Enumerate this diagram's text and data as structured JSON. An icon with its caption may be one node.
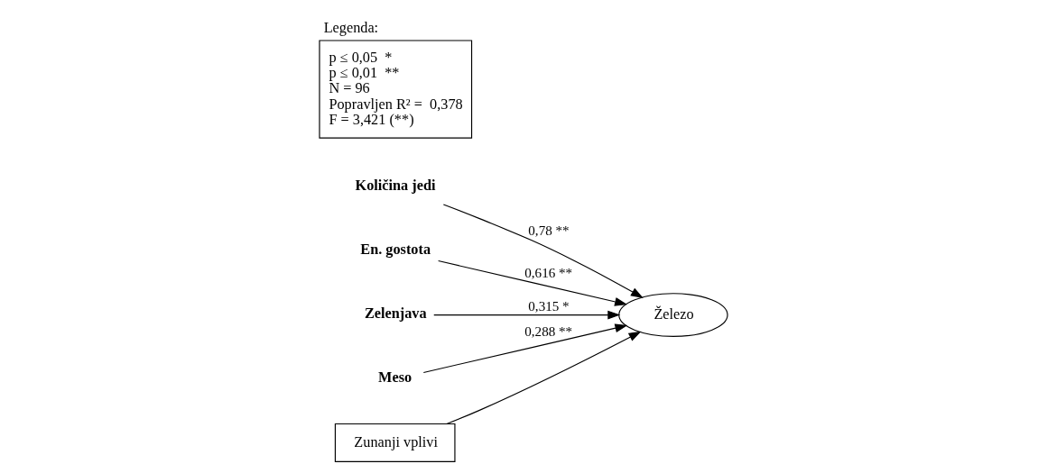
{
  "diagram": {
    "nodes": [
      {
        "text": [
          "Količina jedi"
        ]
      },
      {
        "text": [
          "En. gostota"
        ]
      },
      {
        "text": [
          "Zelenjava"
        ]
      },
      {
        "text": [
          "Meso"
        ]
      },
      {
        "text": [
          "Zunanji vplivi"
        ]
      },
      {
        "text": [
          "Železo"
        ]
      },
      {
        "text": [
          "Legenda:",
          "p ≤ 0,05  *",
          "p ≤ 0,01  **",
          "N = 96",
          "Popravljen R² =  0,378",
          "F = 3,421 (**)"
        ]
      }
    ],
    "edges": [
      {
        "from": 0,
        "to": 5,
        "arrow": "to",
        "label": "0,78 **"
      },
      {
        "from": 1,
        "to": 5,
        "arrow": "to",
        "label": "0,616 **"
      },
      {
        "from": 2,
        "to": 5,
        "arrow": "to",
        "label": "0,315 *"
      },
      {
        "from": 3,
        "to": 5,
        "arrow": "to",
        "label": "0,288 **"
      },
      {
        "from": 4,
        "to": 5,
        "arrow": "to"
      }
    ]
  }
}
